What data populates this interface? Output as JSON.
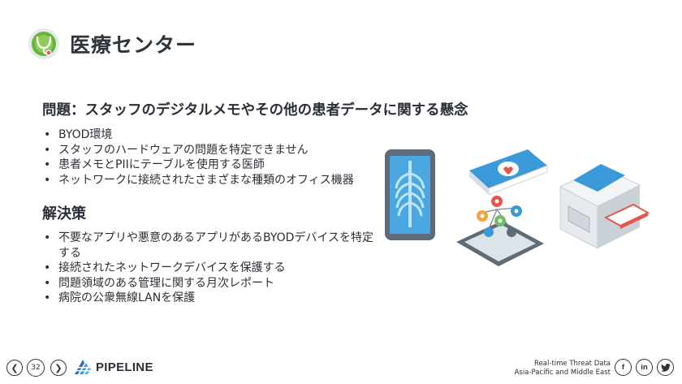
{
  "header": {
    "title": "医療センター",
    "logo_icon": "stethoscope-badge-icon"
  },
  "problem": {
    "heading": "問題：スタッフのデジタルメモやその他の患者データに関する懸念",
    "items": [
      "BYOD環境",
      "スタッフのハードウェアの問題を特定できません",
      "患者メモとPIIにテーブルを使用する医師",
      "ネットワークに接続されたさまざまな種類のオフィス機器"
    ]
  },
  "solution": {
    "heading": "解決策",
    "items": [
      "不要なアプリや悪意のあるアプリがあるBYODデバイスを特定する",
      "接続されたネットワークデバイスを保護する",
      "問題領域のある管理に関する月次レポート",
      "病院の公衆無線LANを保護"
    ]
  },
  "illustration": {
    "icons": [
      "xray-tablet-icon",
      "medical-book-icon",
      "connected-phone-icon",
      "printer-icon"
    ],
    "colors": {
      "blue": "#3a9ad9",
      "red": "#e4574c",
      "gray": "#5e6b78"
    }
  },
  "footer": {
    "page_number": "32",
    "brand": "PIPELINE",
    "tagline_line1": "Real-time Threat Data",
    "tagline_line2": "Asia-Pacific and Middle East",
    "social": {
      "facebook": "f",
      "linkedin": "in"
    }
  }
}
